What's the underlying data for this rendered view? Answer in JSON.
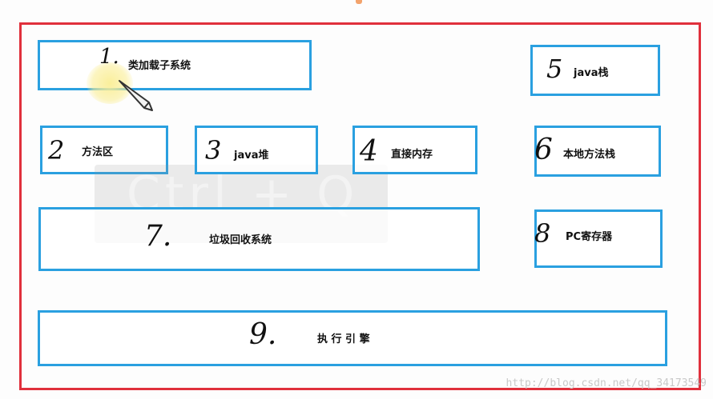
{
  "diagram": {
    "boxes": [
      {
        "id": "classloader",
        "number": "1.",
        "label": "类加载子系统"
      },
      {
        "id": "java-stack",
        "number": "5",
        "label": "java栈"
      },
      {
        "id": "method-area",
        "number": "2",
        "label": "方法区"
      },
      {
        "id": "java-heap",
        "number": "3",
        "label": "java堆"
      },
      {
        "id": "direct-memory",
        "number": "4",
        "label": "直接内存"
      },
      {
        "id": "native-stack",
        "number": "6",
        "label": "本地方法栈"
      },
      {
        "id": "gc",
        "number": "7.",
        "label": "垃圾回收系统"
      },
      {
        "id": "pc-register",
        "number": "8",
        "label": "PC寄存器"
      },
      {
        "id": "exec-engine",
        "number": "9.",
        "label": "执 行 引 擎"
      }
    ]
  },
  "overlay": {
    "text": "Ctrl + Q"
  },
  "watermark": "http://blog.csdn.net/qq_34173549",
  "colors": {
    "frame": "#e0303c",
    "box_border": "#2aa0e0",
    "accent": "#f3a36c"
  }
}
